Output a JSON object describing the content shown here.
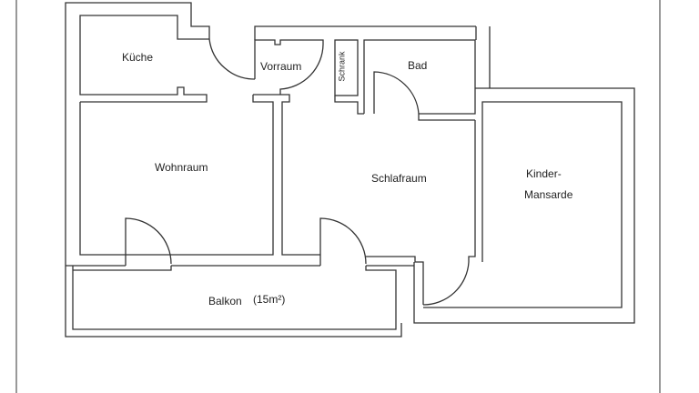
{
  "rooms": {
    "kueche": "Küche",
    "vorraum": "Vorraum",
    "schrank": "Schrank",
    "bad": "Bad",
    "wohnraum": "Wohnraum",
    "schlafraum": "Schlafraum",
    "kinder_line1": "Kinder-",
    "kinder_line2": "Mansarde",
    "balkon": "Balkon",
    "balkon_area": "(15m²)"
  }
}
